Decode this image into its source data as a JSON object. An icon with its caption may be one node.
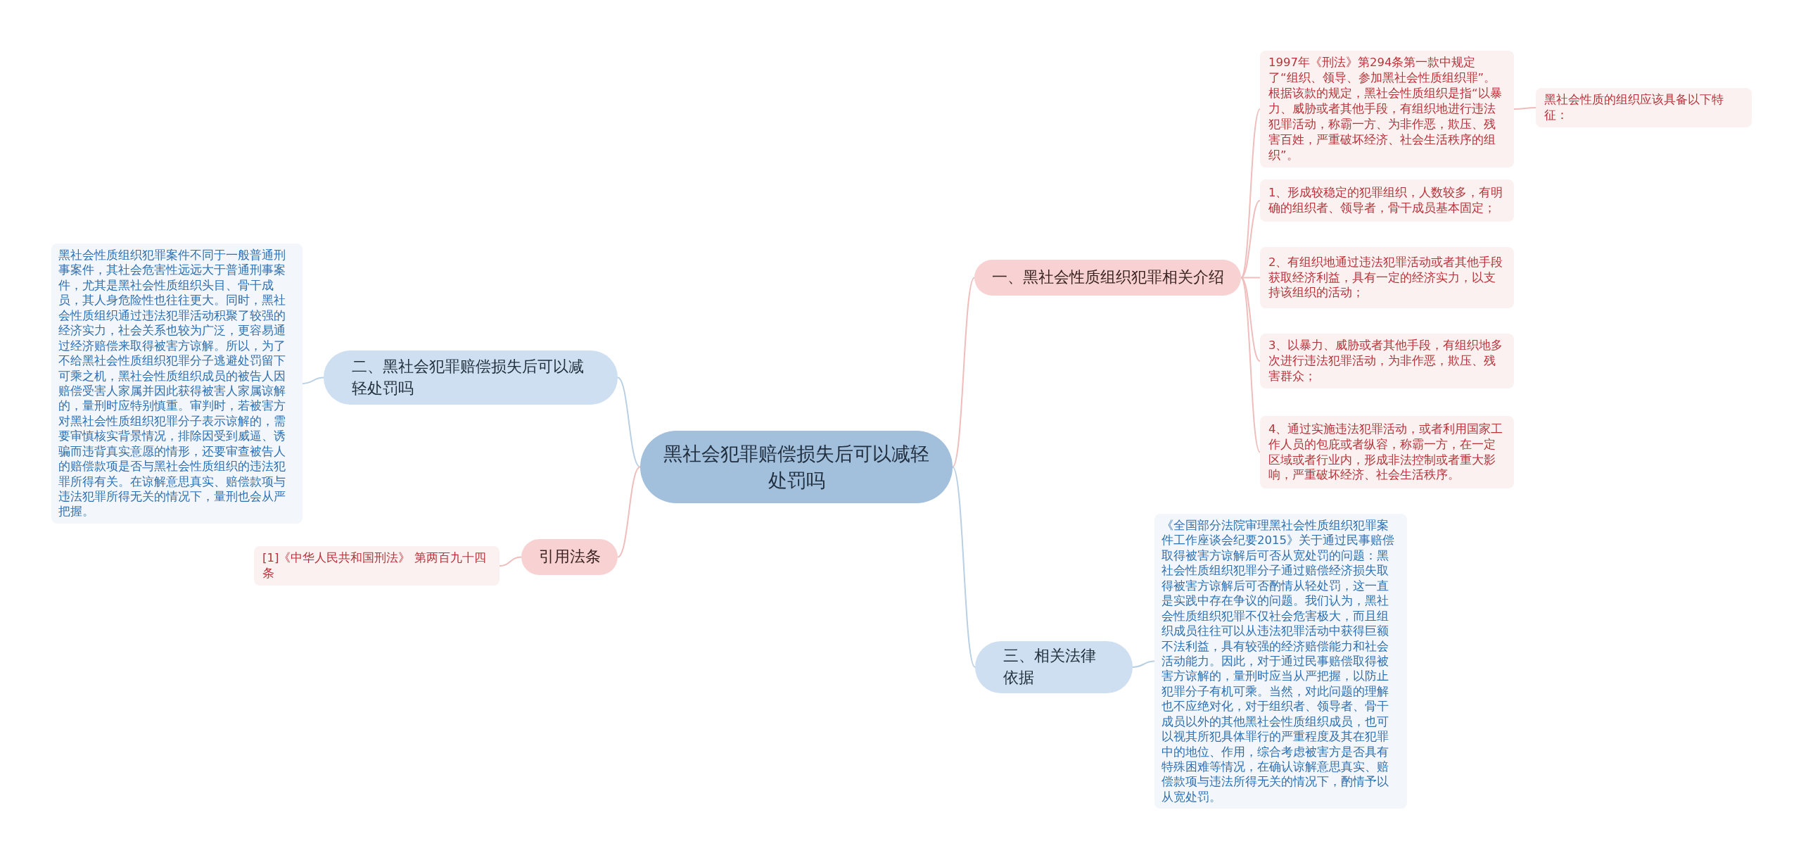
{
  "diagram": {
    "nodes": [
      {
        "text": [
          "黑社会犯罪赔偿损失后可以减轻处罚吗"
        ]
      },
      {
        "text": [
          "一、黑社会性质组织犯罪相关介绍"
        ]
      },
      {
        "text": [
          "1997年《刑法》第294条第一款中规定了“组织、领导、参加黑社会性质组织罪”。根据该款的规定，黑社会性质组织是指“以暴力、威胁或者其他手段，有组织地进行违法犯罪活动，称霸一方、为非作恶，欺压、残害百姓，严重破坏经济、社会生活秩序的组织”。"
        ]
      },
      {
        "text": [
          "黑社会性质的组织应该具备以下特征："
        ]
      },
      {
        "text": [
          "1、形成较稳定的犯罪组织，人数较多，有明确的组织者、领导者，骨干成员基本固定；"
        ]
      },
      {
        "text": [
          "2、有组织地通过违法犯罪活动或者其他手段获取经济利益，具有一定的经济实力，以支持该组织的活动；"
        ]
      },
      {
        "text": [
          "3、以暴力、威胁或者其他手段，有组织地多次进行违法犯罪活动，为非作恶，欺压、残害群众；"
        ]
      },
      {
        "text": [
          "4、通过实施违法犯罪活动，或者利用国家工作人员的包庇或者纵容，称霸一方，在一定区域或者行业内，形成非法控制或者重大影响，严重破坏经济、社会生活秩序。"
        ]
      },
      {
        "text": [
          "二、黑社会犯罪赔偿损失后可以减轻处罚吗"
        ]
      },
      {
        "text": [
          "黑社会性质组织犯罪案件不同于一般普通刑事案件，其社会危害性远远大于普通刑事案件，尤其是黑社会性质组织头目、骨干成员，其人身危险性也往往更大。同时，黑社会性质组织通过违法犯罪活动积聚了较强的经济实力，社会关系也较为广泛，更容易通过经济赔偿来取得被害方谅解。所以，为了不给黑社会性质组织犯罪分子逃避处罚留下可乘之机，黑社会性质组织成员的被告人因赔偿受害人家属并因此获得被害人家属谅解的，量刑时应特别慎重。审判时，若被害方对黑社会性质组织犯罪分子表示谅解的，需要审慎核实背景情况，排除因受到威逼、诱骗而违背真实意愿的情形，还要审查被告人的赔偿款项是否与黑社会性质组织的违法犯罪所得有关。在谅解意思真实、赔偿款项与违法犯罪所得无关的情况下，量刑也会从严把握。"
        ]
      },
      {
        "text": [
          "引用法条"
        ]
      },
      {
        "text": [
          "[1]《中华人民共和国刑法》 第两百九十四条"
        ]
      },
      {
        "text": [
          "三、相关法律依据"
        ]
      },
      {
        "text": [
          "《全国部分法院审理黑社会性质组织犯罪案件工作座谈会纪要2015》关于通过民事赔偿取得被害方谅解后可否从宽处罚的问题：黑社会性质组织犯罪分子通过赔偿经济损失取得被害方谅解后可否酌情从轻处罚，这一直是实践中存在争议的问题。我们认为，黑社会性质组织犯罪不仅社会危害极大，而且组织成员往往可以从违法犯罪活动中获得巨额不法利益，具有较强的经济赔偿能力和社会活动能力。因此，对于通过民事赔偿取得被害方谅解的，量刑时应当从严把握，以防止犯罪分子有机可乘。当然，对此问题的理解也不应绝对化，对于组织者、领导者、骨干成员以外的其他黑社会性质组织成员，也可以视其所犯具体罪行的严重程度及其在犯罪中的地位、作用，综合考虑被害方是否具有特殊困难等情况，在确认谅解意思真实、赔偿款项与违法所得无关的情况下，酌情予以从宽处罚。"
        ]
      }
    ],
    "edges": [
      {
        "from": 0,
        "to": 1,
        "arrow": "none"
      },
      {
        "from": 1,
        "to": 2,
        "arrow": "none"
      },
      {
        "from": 2,
        "to": 3,
        "arrow": "none"
      },
      {
        "from": 1,
        "to": 4,
        "arrow": "none"
      },
      {
        "from": 1,
        "to": 5,
        "arrow": "none"
      },
      {
        "from": 1,
        "to": 6,
        "arrow": "none"
      },
      {
        "from": 1,
        "to": 7,
        "arrow": "none"
      },
      {
        "from": 0,
        "to": 8,
        "arrow": "none",
        "color": "#b9d0e4"
      },
      {
        "from": 8,
        "to": 9,
        "arrow": "none",
        "color": "#b9d0e4"
      },
      {
        "from": 0,
        "to": 10,
        "arrow": "none"
      },
      {
        "from": 10,
        "to": 11,
        "arrow": "none"
      },
      {
        "from": 0,
        "to": 12,
        "arrow": "none",
        "color": "#b9d0e4"
      },
      {
        "from": 12,
        "to": 13,
        "arrow": "none",
        "color": "#b9d0e4"
      }
    ]
  }
}
